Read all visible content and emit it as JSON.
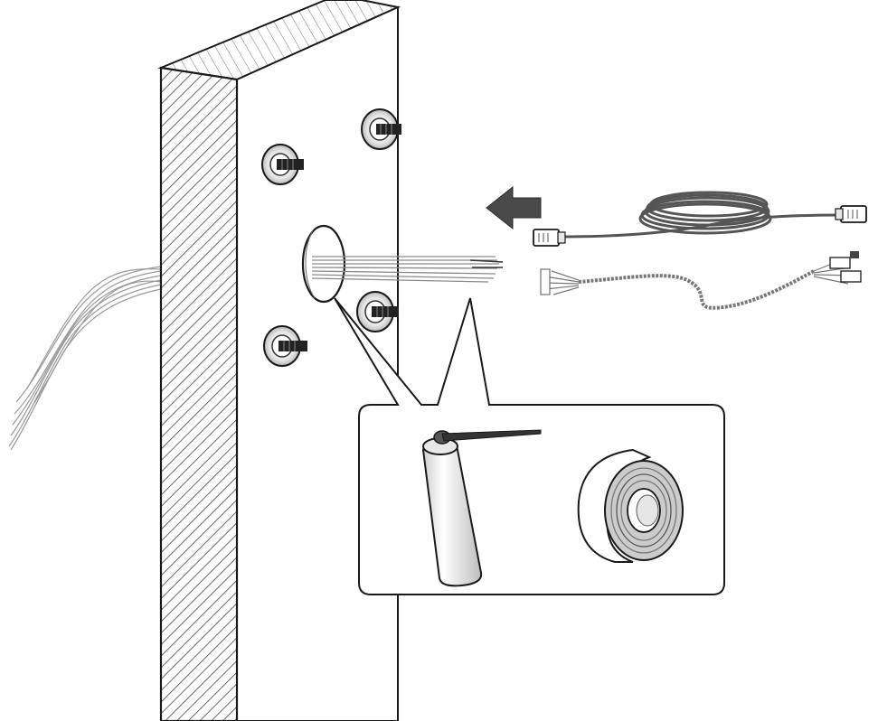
{
  "diagram": {
    "kind": "installation-illustration",
    "labels": [],
    "colors": {
      "background": "#ffffff",
      "line": "#1a1a1a",
      "wall_face": "#ffffff",
      "hatch": "#444444",
      "arrow": "#4a4a4a",
      "cable_dark": "#555555",
      "cable_light": "#8a8a8a",
      "wire_bundle": "#9a9a9a"
    },
    "icons": [
      "wall-section",
      "screw-icon",
      "cable-hole",
      "arrow-left-icon",
      "network-cable-icon",
      "power-cable-icon",
      "sealant-tube-icon",
      "waterproof-tape-icon",
      "callout-box"
    ],
    "screws": 4,
    "cables": 2
  }
}
